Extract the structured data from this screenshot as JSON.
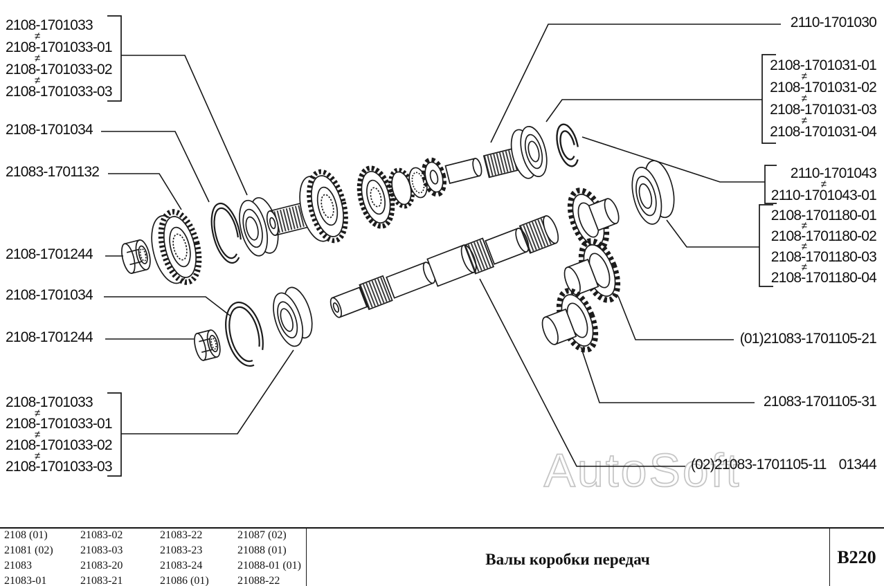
{
  "watermark": "AutoSoft",
  "neq_symbol": "≠",
  "labels": {
    "tl_group": [
      "2108-1701033",
      "2108-1701033-01",
      "2108-1701033-02",
      "2108-1701033-03"
    ],
    "tl_34a": "2108-1701034",
    "tl_132": "21083-1701132",
    "tl_244a": "2108-1701244",
    "tl_34b": "2108-1701034",
    "tl_244b": "2108-1701244",
    "bl_group": [
      "2108-1701033",
      "2108-1701033-01",
      "2108-1701033-02",
      "2108-1701033-03"
    ],
    "tr_1030": "2110-1701030",
    "r_1031_group": [
      "2108-1701031-01",
      "2108-1701031-02",
      "2108-1701031-03",
      "2108-1701031-04"
    ],
    "r_1043_group": [
      "2110-1701043",
      "2110-1701043-01"
    ],
    "r_1180_group": [
      "2108-1701180-01",
      "2108-1701180-02",
      "2108-1701180-03",
      "2108-1701180-04"
    ],
    "r_1105_21": "(01)21083-1701105-21",
    "r_1105_31": "21083-1701105-31",
    "r_1105_11": "(02)21083-1701105-11",
    "r_code": "01344"
  },
  "footer": {
    "models": {
      "col1": [
        "2108 (01)",
        "21081 (02)",
        "21083",
        "21083-01"
      ],
      "col2": [
        "21083-02",
        "21083-03",
        "21083-20",
        "21083-21"
      ],
      "col3": [
        "21083-22",
        "21083-23",
        "21083-24",
        "21086 (01)"
      ],
      "col4": [
        "21087 (02)",
        "21088 (01)",
        "21088-01 (01)",
        "21088-22"
      ]
    },
    "title": "Валы коробки передач",
    "sheet_code": "B220"
  }
}
